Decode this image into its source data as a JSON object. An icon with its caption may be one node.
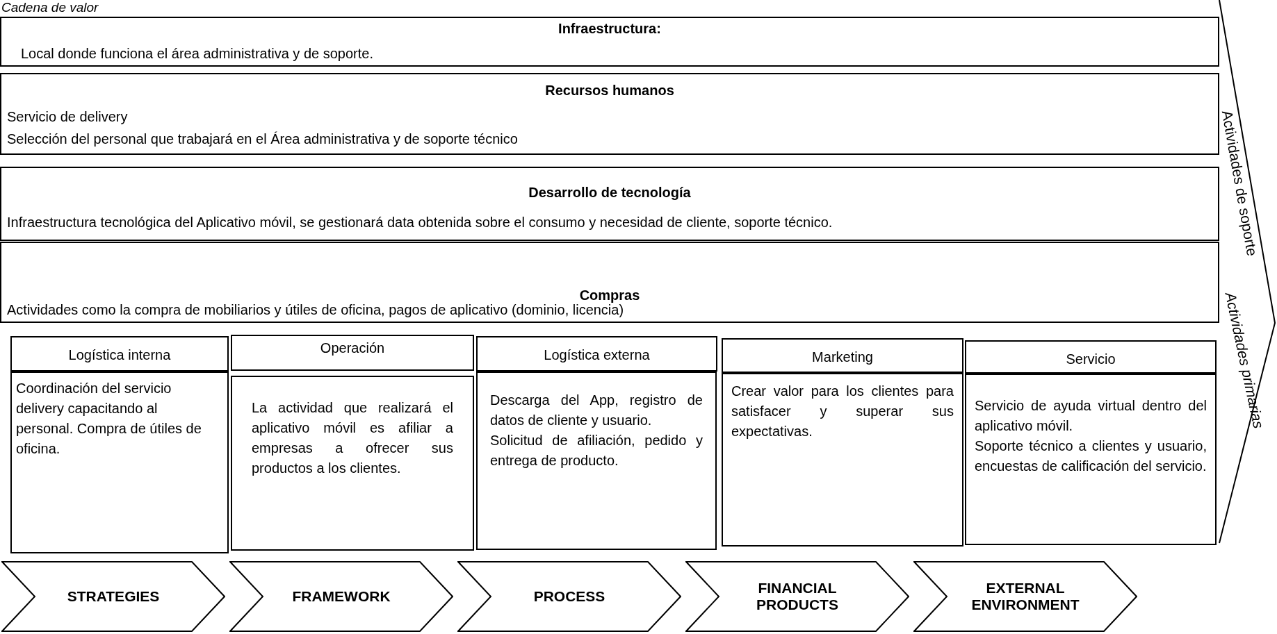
{
  "diagram": {
    "title": "Cadena de valor",
    "nodes": [
      {
        "text": [
          "Infraestructura:",
          "Local donde funciona el área administrativa y de soporte."
        ]
      },
      {
        "text": [
          "Recursos humanos",
          "Servicio de delivery",
          "Selección del personal que trabajará en el Área administrativa y de soporte técnico"
        ]
      },
      {
        "text": [
          "Desarrollo de tecnología",
          "Infraestructura tecnológica del Aplicativo móvil, se gestionará data obtenida sobre el consumo y necesidad de cliente, soporte técnico."
        ]
      },
      {
        "text": [
          "Compras",
          "Actividades como la compra de mobiliarios y útiles de oficina, pagos de aplicativo (dominio, licencia)"
        ]
      },
      {
        "text": [
          "Logística interna"
        ]
      },
      {
        "text": [
          "Coordinación del servicio delivery capacitando al personal. Compra de útiles de oficina."
        ]
      },
      {
        "text": [
          "Operación"
        ]
      },
      {
        "text": [
          "La actividad que realizará el aplicativo móvil es afiliar a empresas a ofrecer sus productos a los clientes."
        ]
      },
      {
        "text": [
          "Logística externa"
        ]
      },
      {
        "text": [
          "Descarga del App, registro de datos de cliente y usuario.",
          "Solicitud de afiliación, pedido y entrega de producto."
        ]
      },
      {
        "text": [
          "Marketing"
        ]
      },
      {
        "text": [
          "Crear valor para los clientes para satisfacer y superar sus expectativas."
        ]
      },
      {
        "text": [
          "Servicio"
        ]
      },
      {
        "text": [
          "Servicio de ayuda virtual dentro del aplicativo móvil.",
          "Soporte técnico a clientes y usuario, encuestas de calificación del servicio."
        ]
      },
      {
        "text": [
          "STRATEGIES"
        ]
      },
      {
        "text": [
          "FRAMEWORK"
        ]
      },
      {
        "text": [
          "PROCESS"
        ]
      },
      {
        "text": [
          "FINANCIAL PRODUCTS"
        ]
      },
      {
        "text": [
          "EXTERNAL ENVIRONMENT"
        ]
      }
    ],
    "edges": [],
    "labels": [
      "Actividades de soporte",
      "Actividades primarias"
    ]
  }
}
